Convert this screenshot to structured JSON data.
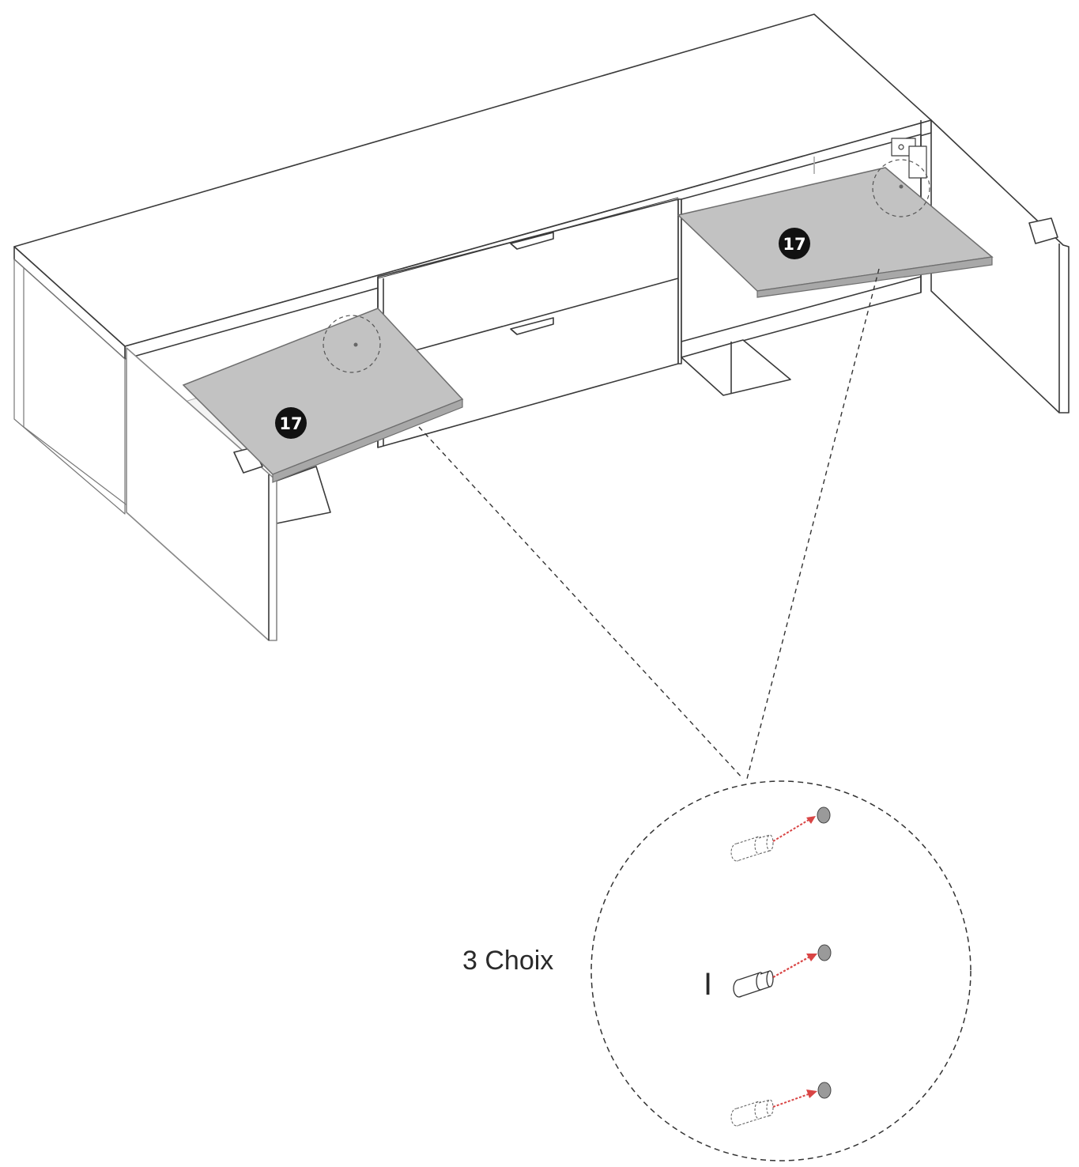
{
  "badges": {
    "left": "17",
    "right": "17"
  },
  "detail": {
    "choices_label": "3 Choix",
    "selected_marker": "I"
  },
  "colors": {
    "line": "#3a3a3a",
    "panel_fill": "#bfbfbf",
    "panel_edge": "#8c8c8c",
    "badge_fill": "#111111",
    "arrow": "#d94545",
    "peg_head": "#9a9a9a"
  }
}
